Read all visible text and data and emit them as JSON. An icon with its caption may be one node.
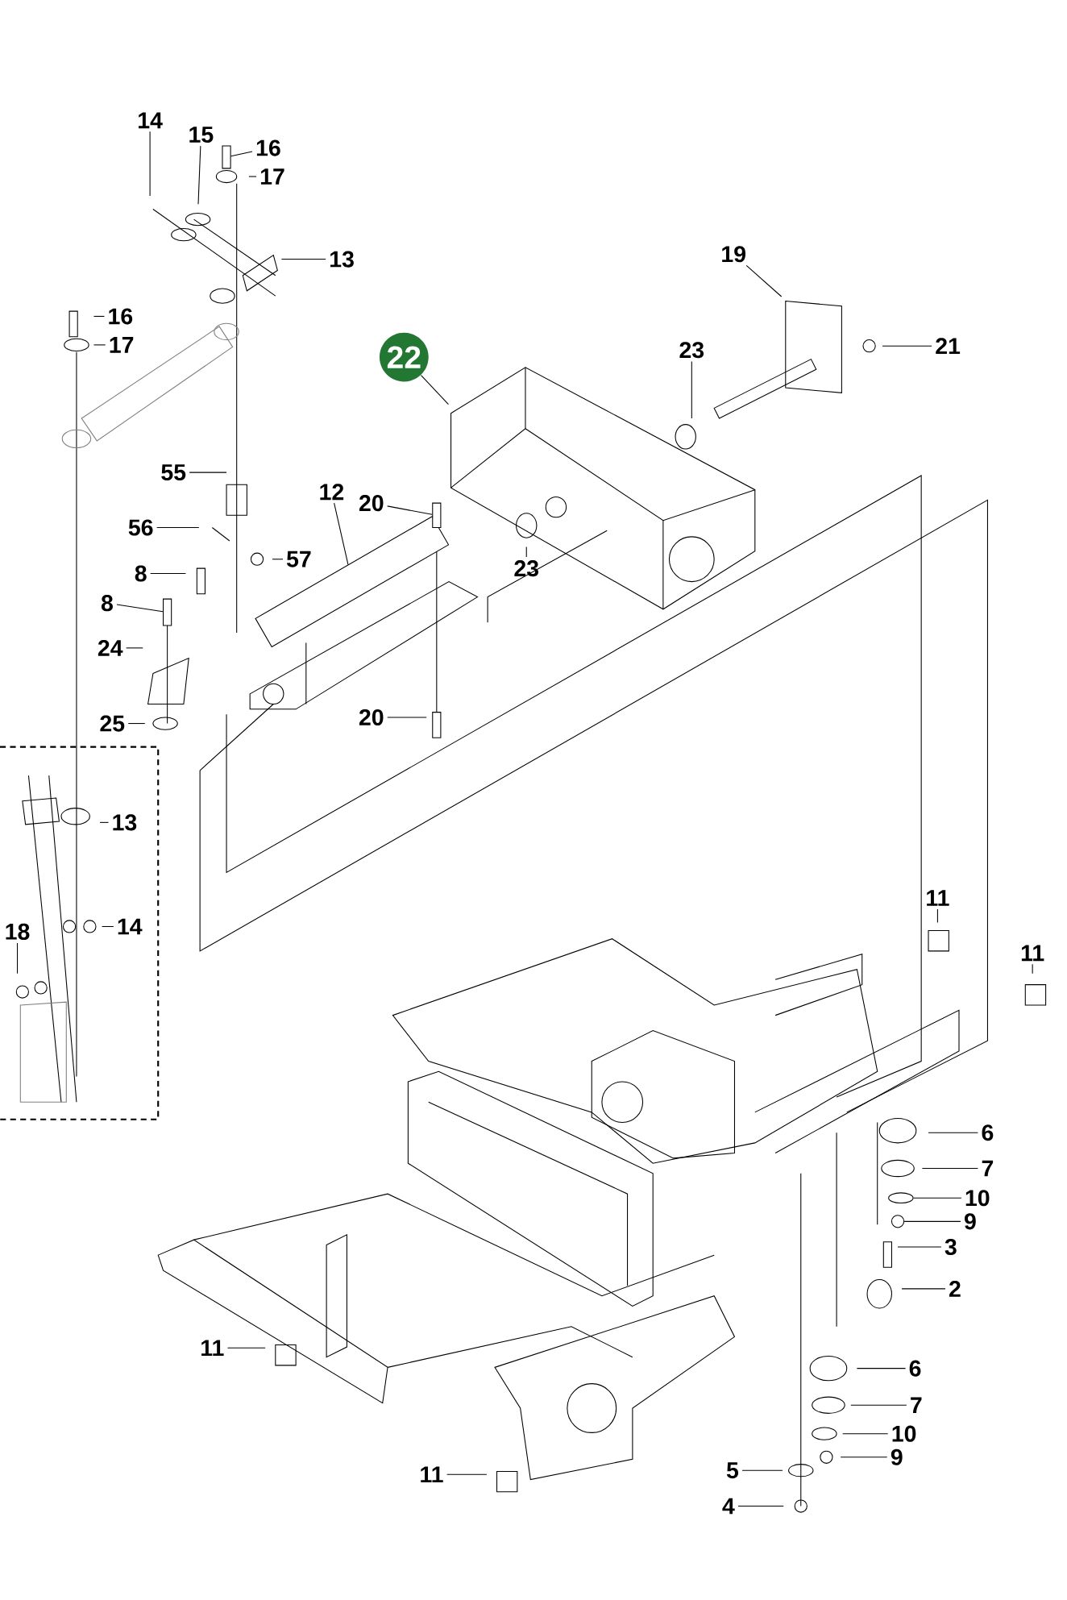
{
  "diagram": {
    "nodes": [
      {
        "text": [
          "14"
        ]
      },
      {
        "text": [
          "15"
        ]
      },
      {
        "text": [
          "16"
        ]
      },
      {
        "text": [
          "17"
        ]
      },
      {
        "text": [
          "13"
        ]
      },
      {
        "text": [
          "16"
        ]
      },
      {
        "text": [
          "17"
        ]
      },
      {
        "text": [
          "19"
        ]
      },
      {
        "text": [
          "21"
        ]
      },
      {
        "text": [
          "22"
        ]
      },
      {
        "text": [
          "23"
        ]
      },
      {
        "text": [
          "55"
        ]
      },
      {
        "text": [
          "12"
        ]
      },
      {
        "text": [
          "20"
        ]
      },
      {
        "text": [
          "56"
        ]
      },
      {
        "text": [
          "57"
        ]
      },
      {
        "text": [
          "8"
        ]
      },
      {
        "text": [
          "23"
        ]
      },
      {
        "text": [
          "8"
        ]
      },
      {
        "text": [
          "24"
        ]
      },
      {
        "text": [
          "25"
        ]
      },
      {
        "text": [
          "20"
        ]
      },
      {
        "text": [
          "13"
        ]
      },
      {
        "text": [
          "14"
        ]
      },
      {
        "text": [
          "18"
        ]
      },
      {
        "text": [
          "11"
        ]
      },
      {
        "text": [
          "11"
        ]
      },
      {
        "text": [
          "6"
        ]
      },
      {
        "text": [
          "7"
        ]
      },
      {
        "text": [
          "10"
        ]
      },
      {
        "text": [
          "9"
        ]
      },
      {
        "text": [
          "3"
        ]
      },
      {
        "text": [
          "2"
        ]
      },
      {
        "text": [
          "11"
        ]
      },
      {
        "text": [
          "6"
        ]
      },
      {
        "text": [
          "7"
        ]
      },
      {
        "text": [
          "10"
        ]
      },
      {
        "text": [
          "9"
        ]
      },
      {
        "text": [
          "11"
        ]
      },
      {
        "text": [
          "5"
        ]
      },
      {
        "text": [
          "4"
        ]
      },
      {
        "text": [],
        "shape": "box"
      },
      {
        "text": [],
        "shape": "box"
      },
      {
        "text": [],
        "shape": "box"
      },
      {
        "text": [],
        "shape": "box"
      },
      {
        "text": [],
        "shape": "circle"
      },
      {
        "text": [],
        "shape": "ellipse"
      }
    ],
    "edges": [
      {
        "from": 0,
        "to": null,
        "arrow": "none"
      },
      {
        "from": 1,
        "to": null,
        "arrow": "none"
      },
      {
        "from": 2,
        "to": 41,
        "arrow": "none"
      },
      {
        "from": 3,
        "to": null,
        "arrow": "none"
      },
      {
        "from": 4,
        "to": null,
        "arrow": "none"
      },
      {
        "from": 5,
        "to": null,
        "arrow": "none"
      },
      {
        "from": 6,
        "to": null,
        "arrow": "none"
      },
      {
        "from": 7,
        "to": null,
        "arrow": "none"
      },
      {
        "from": 8,
        "to": null,
        "arrow": "none"
      },
      {
        "from": 9,
        "to": null,
        "arrow": "none"
      },
      {
        "from": 10,
        "to": null,
        "arrow": "none"
      },
      {
        "from": 11,
        "to": null,
        "arrow": "none"
      },
      {
        "from": 12,
        "to": 42,
        "arrow": "none"
      },
      {
        "from": 13,
        "to": 44,
        "arrow": "none"
      },
      {
        "from": 14,
        "to": null,
        "arrow": "none"
      },
      {
        "from": 15,
        "to": null,
        "arrow": "none"
      },
      {
        "from": 16,
        "to": null,
        "arrow": "none"
      },
      {
        "from": 17,
        "to": null,
        "arrow": "none"
      },
      {
        "from": 18,
        "to": 43,
        "arrow": "none"
      },
      {
        "from": 19,
        "to": null,
        "arrow": "none"
      },
      {
        "from": 20,
        "to": null,
        "arrow": "none"
      },
      {
        "from": 21,
        "to": null,
        "arrow": "none"
      },
      {
        "from": 22,
        "to": null,
        "arrow": "none"
      },
      {
        "from": 23,
        "to": null,
        "arrow": "none"
      },
      {
        "from": 24,
        "to": null,
        "arrow": "none"
      },
      {
        "from": 25,
        "to": null,
        "arrow": "none"
      },
      {
        "from": 26,
        "to": null,
        "arrow": "none"
      },
      {
        "from": 27,
        "to": null,
        "arrow": "none"
      },
      {
        "from": 28,
        "to": null,
        "arrow": "none"
      },
      {
        "from": 29,
        "to": 46,
        "arrow": "none"
      },
      {
        "from": 30,
        "to": 45,
        "arrow": "none"
      },
      {
        "from": 31,
        "to": null,
        "arrow": "none"
      },
      {
        "from": 32,
        "to": null,
        "arrow": "none"
      },
      {
        "from": 33,
        "to": null,
        "arrow": "none"
      },
      {
        "from": 34,
        "to": null,
        "arrow": "none"
      },
      {
        "from": 35,
        "to": null,
        "arrow": "none"
      },
      {
        "from": 36,
        "to": null,
        "arrow": "none"
      },
      {
        "from": 37,
        "to": null,
        "arrow": "none"
      },
      {
        "from": 38,
        "to": null,
        "arrow": "none"
      },
      {
        "from": 39,
        "to": null,
        "arrow": "none"
      },
      {
        "from": 40,
        "to": null,
        "arrow": "none"
      }
    ]
  }
}
